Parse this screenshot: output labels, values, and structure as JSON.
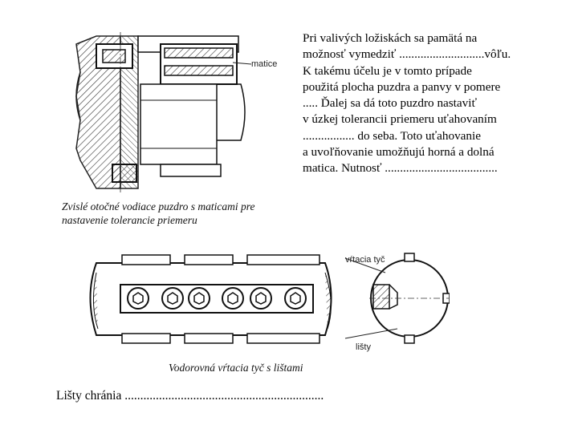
{
  "paragraph": {
    "lines": [
      "Pri valivých ložiskách sa pamätá na",
      "možnosť vymedziť ............................vôľu.",
      "K takému účelu je  v tomto prípade",
      "použitá plocha puzdra a panvy v pomere",
      "..... Ďalej sa dá toto puzdro nastaviť",
      "v úzkej  tolerancii  priemeru  uťahovaním",
      "................. do  seba.  Toto  uťahovanie",
      "a uvoľňovanie umožňujú horná a dolná",
      "matica.  Nutnosť ....................................."
    ]
  },
  "figure1": {
    "caption_line1": "Zvislé otočné vodiace puzdro s maticami pre",
    "caption_line2": "nastavenie tolerancie priemeru",
    "label": "matice"
  },
  "figure2": {
    "caption": "Vodorovná vŕtacia  tyč s lištami",
    "label_bar": "vŕtacia tyč",
    "label_strips": "lišty"
  },
  "bottom_text": "Lišty chránia ................................................................"
}
